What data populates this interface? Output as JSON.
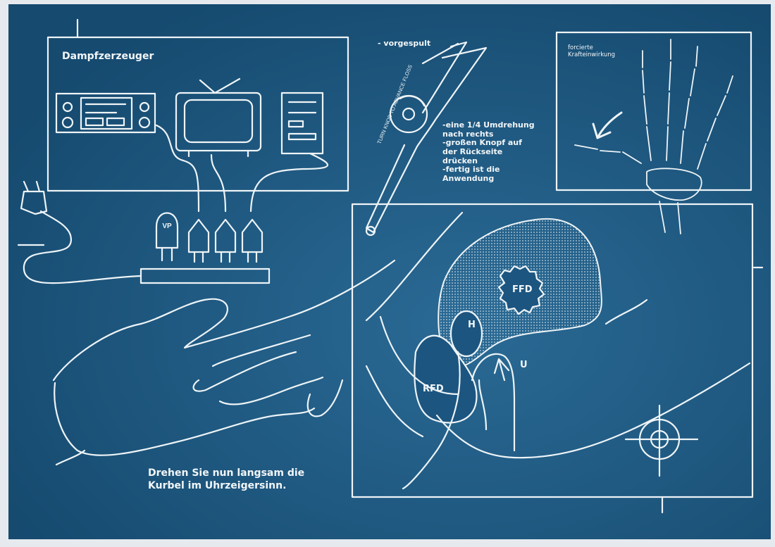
{
  "panels": {
    "steam_title": "Dampfzerzeuger",
    "floss_top": "- vorgespult",
    "floss_side": "TURN KNOB TO ADVANCE FLOSS",
    "floss_steps": [
      "-eine 1/4 Umdrehung",
      " nach rechts",
      "-großen Knopf auf",
      " der Rückseite",
      " drücken",
      "-fertig ist die",
      " Anwendung"
    ],
    "force_line1": "forcierte",
    "force_line2": "Krafteinwirkung",
    "plug_badge": "VP",
    "caption_line1": "Drehen Sie nun langsam die",
    "caption_line2": "Kurbel im Uhrzeigersinn."
  },
  "anatomy": {
    "ffd": "FFD",
    "h": "H",
    "rfd": "RFD",
    "u": "U"
  },
  "colors": {
    "paper": "#1a5078",
    "line": "#eef4f7"
  }
}
